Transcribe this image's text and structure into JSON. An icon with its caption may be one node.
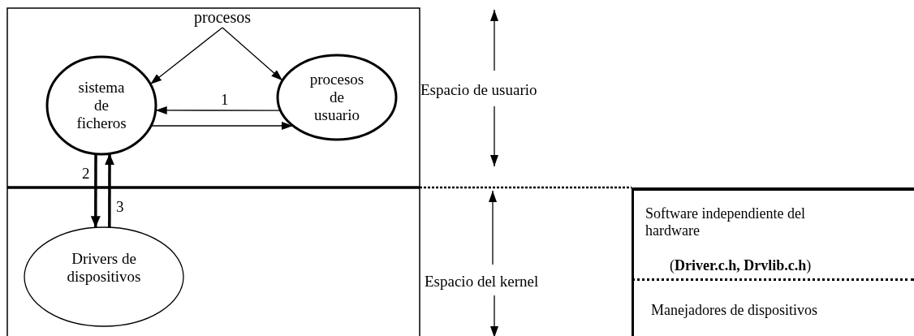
{
  "diagram": {
    "nodes": [
      {
        "text": [
          "procesos"
        ]
      },
      {
        "text": [
          "sistema de ficheros"
        ]
      },
      {
        "text": [
          "procesos de usuario"
        ]
      },
      {
        "text": [
          "Drivers de dispositivos"
        ]
      },
      {
        "text": [
          "Software independiente del hardware",
          "(**Driver.c.h, Drvlib.c.h**)"
        ]
      },
      {
        "text": [
          "Manejadores de dispositivos"
        ]
      }
    ],
    "edges": [
      {
        "from": 0,
        "to": 1,
        "arrow": "to"
      },
      {
        "from": 0,
        "to": 2,
        "arrow": "to"
      },
      {
        "from": 2,
        "to": 1,
        "arrow": "to",
        "label": "1"
      },
      {
        "from": 1,
        "to": 2,
        "arrow": "to"
      },
      {
        "from": 1,
        "to": 3,
        "arrow": "to",
        "label": "2",
        "style": "thick"
      },
      {
        "from": 3,
        "to": 1,
        "arrow": "to",
        "label": "3",
        "style": "thick"
      }
    ],
    "labels": [
      "Espacio de usuario",
      "Espacio del kernel"
    ]
  }
}
